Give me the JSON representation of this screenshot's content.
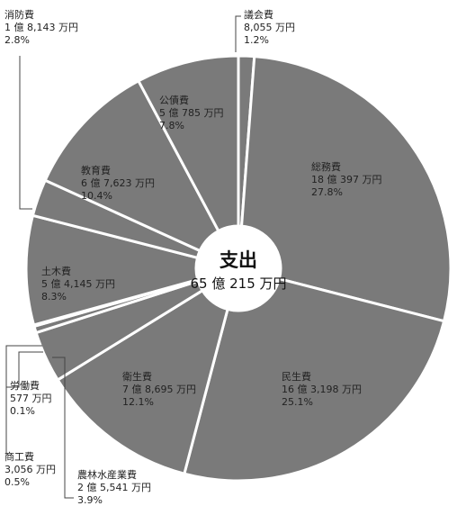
{
  "chart_data": {
    "type": "pie",
    "donut": true,
    "center": {
      "title": "支出",
      "subtitle": "65 億 215 万円"
    },
    "colors": {
      "slice": "#7a7a7a",
      "border": "#ffffff",
      "leader": "#444444",
      "hole": "#ffffff"
    },
    "slices": [
      {
        "key": "gikai",
        "name": "議会費",
        "amount": "8,055 万円",
        "percent": "1.2%",
        "value": 1.2
      },
      {
        "key": "somu",
        "name": "総務費",
        "amount": "18 億 397 万円",
        "percent": "27.8%",
        "value": 27.8
      },
      {
        "key": "minsei",
        "name": "民生費",
        "amount": "16 億 3,198 万円",
        "percent": "25.1%",
        "value": 25.1
      },
      {
        "key": "eisei",
        "name": "衛生費",
        "amount": "7 億 8,695 万円",
        "percent": "12.1%",
        "value": 12.1
      },
      {
        "key": "norin",
        "name": "農林水産業費",
        "amount": "2 億 5,541 万円",
        "percent": "3.9%",
        "value": 3.9
      },
      {
        "key": "shoko",
        "name": "商工費",
        "amount": "3,056 万円",
        "percent": "0.5%",
        "value": 0.5
      },
      {
        "key": "rodo",
        "name": "労働費",
        "amount": "577 万円",
        "percent": "0.1%",
        "value": 0.1
      },
      {
        "key": "doboku",
        "name": "土木費",
        "amount": "5 億 4,145 万円",
        "percent": "8.3%",
        "value": 8.3
      },
      {
        "key": "shobo",
        "name": "消防費",
        "amount": "1 億 8,143 万円",
        "percent": "2.8%",
        "value": 2.8
      },
      {
        "key": "kyoiku",
        "name": "教育費",
        "amount": "6 億 7,623 万円",
        "percent": "10.4%",
        "value": 10.4
      },
      {
        "key": "kosai",
        "name": "公債費",
        "amount": "5 億 785 万円",
        "percent": "7.8%",
        "value": 7.8
      }
    ]
  }
}
